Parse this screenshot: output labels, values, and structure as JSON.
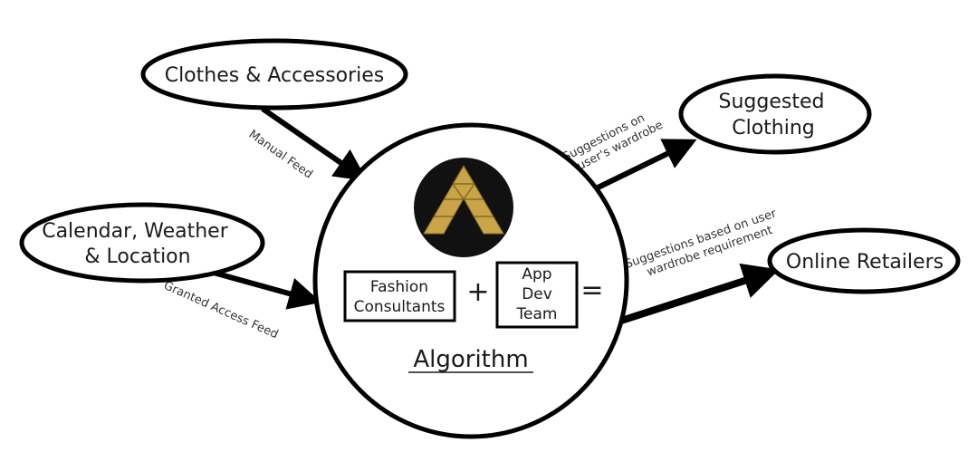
{
  "nodes": {
    "clothes": {
      "label": "Clothes & Accessories"
    },
    "calendar": {
      "line1": "Calendar, Weather",
      "line2": "& Location"
    },
    "suggested": {
      "line1": "Suggested",
      "line2": "Clothing"
    },
    "retailers": {
      "label": "Online Retailers"
    }
  },
  "edges": {
    "manual_feed": "Manual Feed",
    "granted_access_feed": "Granted Access Feed",
    "suggestions_wardrobe": {
      "line1": "Suggestions on",
      "line2": "user's wardrobe"
    },
    "suggestions_requirement": {
      "line1": "Suggestions based on user",
      "line2": "wardrobe requirement"
    }
  },
  "center": {
    "logo": "gold-triangle-a-logo",
    "box1": {
      "line1": "Fashion",
      "line2": "Consultants"
    },
    "plus": "+",
    "box2": {
      "line1": "App",
      "line2": "Dev",
      "line3": "Team"
    },
    "equals": "=",
    "title": "Algorithm"
  },
  "colors": {
    "stroke": "#000000",
    "logo_bg": "#111111",
    "logo_gold": "#c9a548"
  }
}
